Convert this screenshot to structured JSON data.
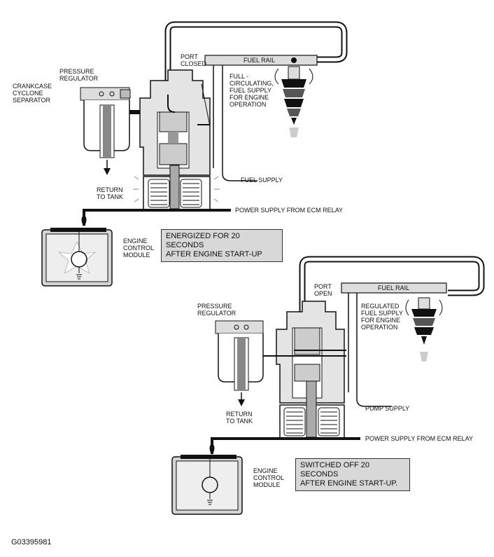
{
  "top": {
    "pressure_regulator": "PRESSURE\nREGULATOR",
    "crankcase": "CRANKCASE\nCYCLONE\nSEPARATOR",
    "port_closed": "PORT\nCLOSED",
    "fuel_rail": "FUEL RAIL",
    "full_circulating": "FULL -\nCIRCULATING,\nFUEL SUPPLY\nFOR ENGINE\nOPERATION",
    "fuel_supply": "FUEL SUPPLY",
    "return_to_tank": "RETURN\nTO TANK",
    "power_supply": "POWER SUPPLY FROM ECM RELAY",
    "engine_control_module": "ENGINE\nCONTROL\nMODULE",
    "status_box": "ENERGIZED FOR 20 SECONDS\nAFTER ENGINE START-UP"
  },
  "bottom": {
    "pressure_regulator": "PRESSURE\nREGULATOR",
    "port_open": "PORT\nOPEN",
    "fuel_rail": "FUEL RAIL",
    "regulated": "REGULATED\nFUEL SUPPLY\nFOR ENGINE\nOPERATION",
    "pump_supply": "PUMP SUPPLY",
    "return_to_tank": "RETURN\nTO TANK",
    "power_supply": "POWER SUPPLY FROM ECM RELAY",
    "engine_control_module": "ENGINE\nCONTROL\nMODULE",
    "status_box": "SWITCHED OFF 20 SECONDS\nAFTER ENGINE START-UP."
  },
  "figure_id": "G03395981"
}
